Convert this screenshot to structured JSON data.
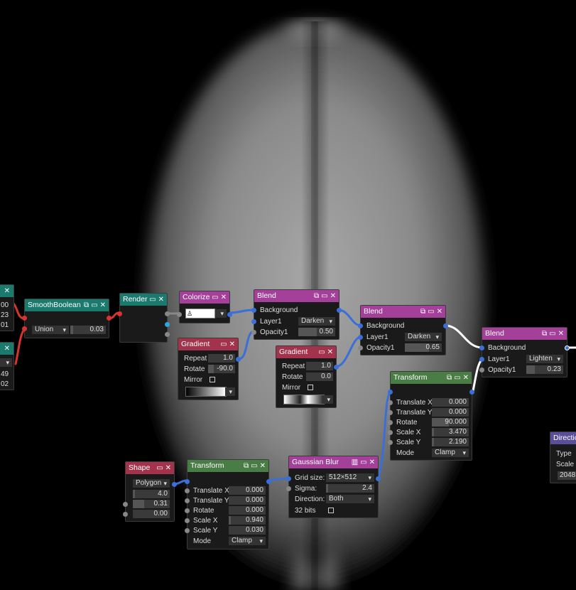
{
  "nodes": {
    "left_a": {
      "vals": [
        "00",
        "23",
        "01"
      ]
    },
    "left_b": {
      "vals": [
        "49",
        "02"
      ]
    },
    "smooth_boolean": {
      "title": "SmoothBoolean",
      "mode": "Union",
      "value": "0.03"
    },
    "render": {
      "title": "Render"
    },
    "colorize": {
      "title": "Colorize"
    },
    "blend1": {
      "title": "Blend",
      "background": "Background",
      "layer": "Layer1",
      "layer_mode": "Darken",
      "opacity_label": "Opacity1",
      "opacity": "0.50"
    },
    "gradient1": {
      "title": "Gradient",
      "repeat_label": "Repeat",
      "repeat": "1.0",
      "rotate_label": "Rotate",
      "rotate": "-90.0",
      "mirror_label": "Mirror"
    },
    "blend2": {
      "title": "Blend",
      "background": "Background",
      "layer": "Layer1",
      "layer_mode": "Darken",
      "opacity_label": "Opacity1",
      "opacity": "0.65"
    },
    "gradient2": {
      "title": "Gradient",
      "repeat_label": "Repeat",
      "repeat": "1.0",
      "rotate_label": "Rotate",
      "rotate": "0.0",
      "mirror_label": "Mirror"
    },
    "transform1": {
      "title": "Transform",
      "tx_label": "Translate X",
      "tx": "0.000",
      "ty_label": "Translate Y",
      "ty": "0.000",
      "rot_label": "Rotate",
      "rot": "90.000",
      "sx_label": "Scale X",
      "sx": "3.470",
      "sy_label": "Scale Y",
      "sy": "2.190",
      "mode_label": "Mode",
      "mode": "Clamp"
    },
    "blend3": {
      "title": "Blend",
      "background": "Background",
      "layer": "Layer1",
      "layer_mode": "Lighten",
      "opacity_label": "Opacity1",
      "opacity": "0.23"
    },
    "direction": {
      "title": "Directio",
      "type_label": "Type",
      "scale_label": "Scale",
      "value": "2048"
    },
    "shape": {
      "title": "Shape",
      "mode": "Polygon",
      "v1": "4.0",
      "v2": "0.31",
      "v3": "0.00"
    },
    "transform2": {
      "title": "Transform",
      "tx_label": "Translate X",
      "tx": "0.000",
      "ty_label": "Translate Y",
      "ty": "0.000",
      "rot_label": "Rotate",
      "rot": "0.000",
      "sx_label": "Scale X",
      "sx": "0.940",
      "sy_label": "Scale Y",
      "sy": "0.030",
      "mode_label": "Mode",
      "mode": "Clamp"
    },
    "gaussian_blur": {
      "title": "Gaussian Blur",
      "grid_label": "Grid size:",
      "grid": "512×512",
      "sigma_label": "Sigma:",
      "sigma": "2.4",
      "dir_label": "Direction:",
      "dir": "Both",
      "bits_label": "32 bits"
    }
  },
  "icons": {
    "duplicate": "layers-icon",
    "preview": "monitor-icon",
    "close": "close-icon",
    "histogram": "histogram-icon"
  },
  "colors": {
    "teal": "#1b7a6e",
    "magenta": "#a4409a",
    "red": "#a3334d",
    "green": "#4a7d46",
    "purple": "#5a4e9c",
    "link_blue": "#3b6fd8",
    "link_red": "#d8342f"
  }
}
